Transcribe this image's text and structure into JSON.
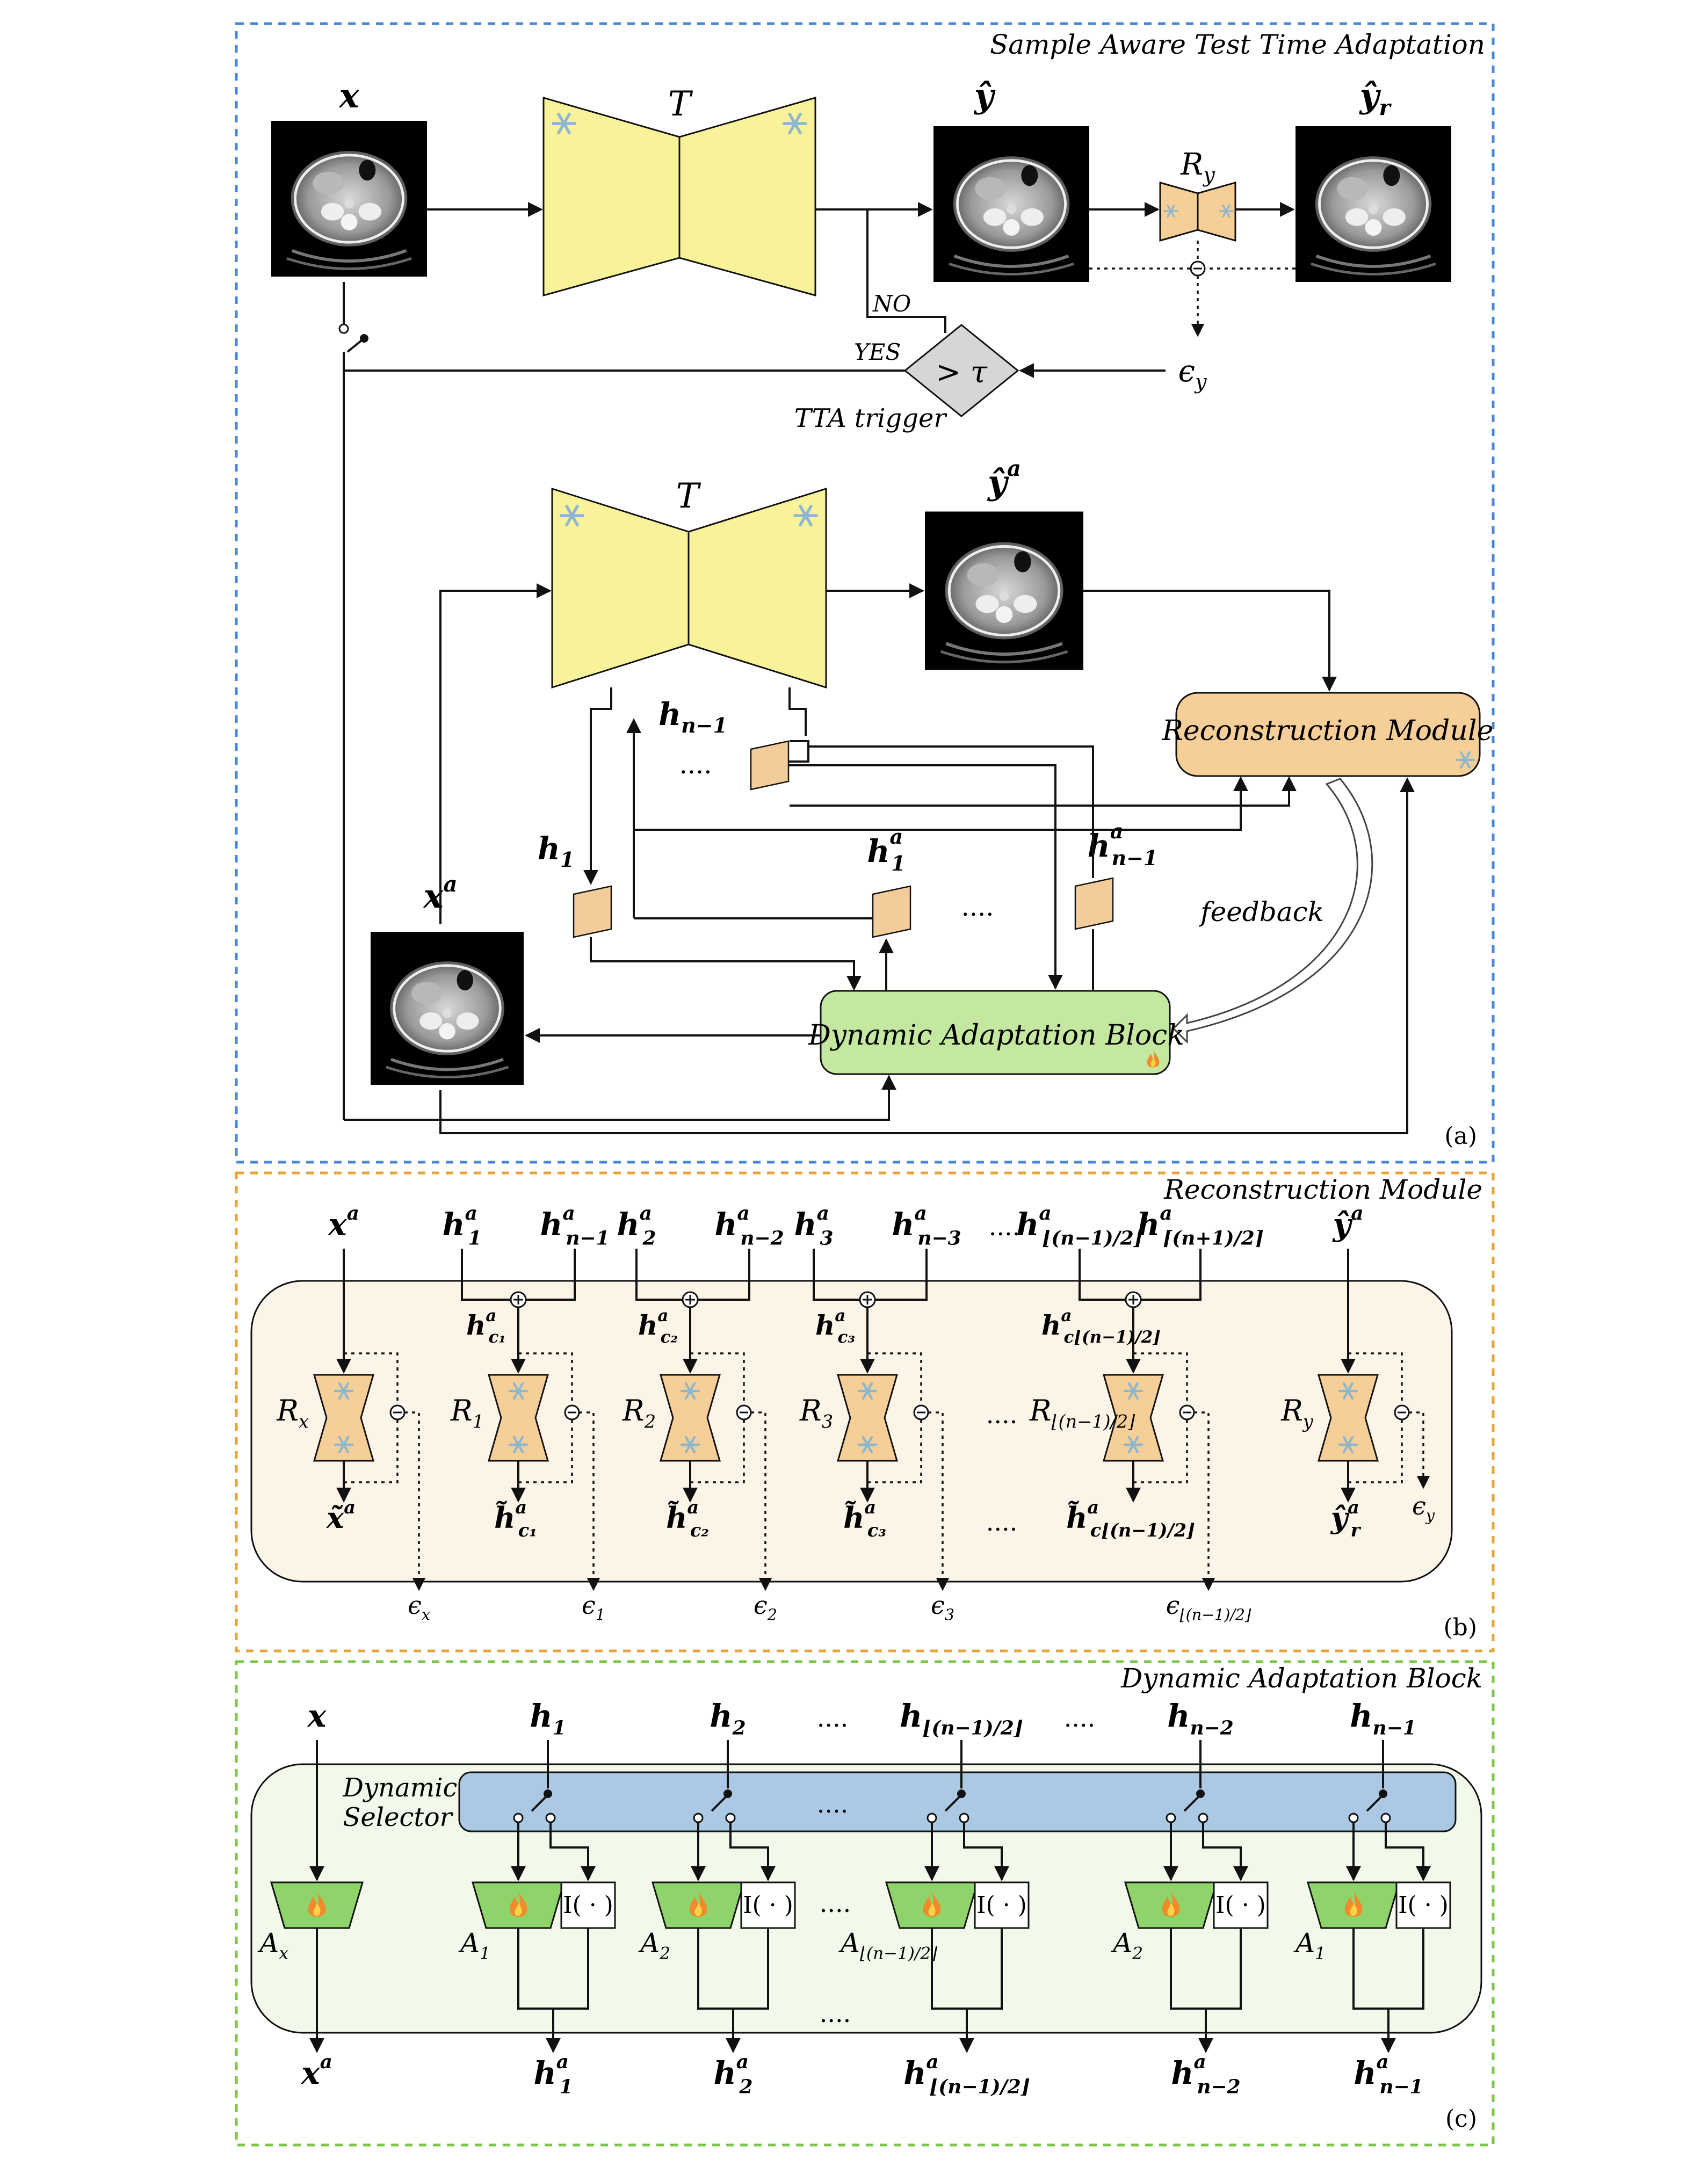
{
  "panels": {
    "a": {
      "title": "Sample Aware Test Time Adaptation",
      "tag": "(a)"
    },
    "b": {
      "title": "Reconstruction Module",
      "tag": "(b)"
    },
    "c": {
      "title": "Dynamic Adaptation Block",
      "tag": "(c)"
    }
  },
  "colors": {
    "panel_a": "#4a86d8",
    "panel_b": "#e8a33a",
    "panel_c": "#7cc44a",
    "teacher": "#f8f39a",
    "recon": "#f6cf98",
    "dab": "#c5e8a0",
    "selector": "#abc9e4",
    "adapter": "#8fd46a"
  },
  "icons": {
    "frozen": "snowflake-icon",
    "trainable": "flame-icon"
  },
  "a": {
    "x": "x",
    "T1": "T",
    "y_hat": "ŷ",
    "Ry": "R",
    "Ry_sub": "y",
    "yr_hat": "ŷ",
    "yr_sub": "r",
    "no": "NO",
    "yes": "YES",
    "gt_tau": "> τ",
    "tta_trigger": "TTA trigger",
    "eps_y": "ϵ",
    "eps_y_sub": "y",
    "T2": "T",
    "ya_hat": "ŷ",
    "ya_sup": "a",
    "hn1": "h",
    "hn1_sub": "n−1",
    "dots1": "....",
    "recon_module": "Reconstruction Module",
    "h1": "h",
    "h1_sub": "1",
    "h1a": "h",
    "h1a_sub": "1",
    "h1a_sup": "a",
    "dots2": "....",
    "hn1a": "h",
    "hn1a_sub": "n−1",
    "hn1a_sup": "a",
    "xa": "x",
    "xa_sup": "a",
    "feedback": "feedback",
    "dab": "Dynamic Adaptation Block"
  },
  "b": {
    "top_labels": [
      {
        "base": "x",
        "sup": "a",
        "sub": ""
      },
      {
        "base": "h",
        "sup": "a",
        "sub": "1"
      },
      {
        "base": "h",
        "sup": "a",
        "sub": "n−1"
      },
      {
        "base": "h",
        "sup": "a",
        "sub": "2"
      },
      {
        "base": "h",
        "sup": "a",
        "sub": "n−2"
      },
      {
        "base": "h",
        "sup": "a",
        "sub": "3"
      },
      {
        "base": "h",
        "sup": "a",
        "sub": "n−3"
      },
      {
        "base": "....",
        "sup": "",
        "sub": ""
      },
      {
        "base": "h",
        "sup": "a",
        "sub": "⌊(n−1)/2⌋"
      },
      {
        "base": "h",
        "sup": "a",
        "sub": "⌈(n+1)/2⌉"
      },
      {
        "base": "ŷ",
        "sup": "a",
        "sub": ""
      }
    ],
    "hc_labels": [
      {
        "base": "h",
        "sup": "a",
        "sub": "c₁"
      },
      {
        "base": "h",
        "sup": "a",
        "sub": "c₂"
      },
      {
        "base": "h",
        "sup": "a",
        "sub": "c₃"
      },
      {
        "base": "h",
        "sup": "a",
        "sub": "c⌊(n−1)/2⌋"
      }
    ],
    "r_labels": [
      {
        "base": "R",
        "sub": "x"
      },
      {
        "base": "R",
        "sub": "1"
      },
      {
        "base": "R",
        "sub": "2"
      },
      {
        "base": "R",
        "sub": "3"
      },
      {
        "base": "R",
        "sub": "⌊(n−1)/2⌋"
      },
      {
        "base": "R",
        "sub": "y"
      }
    ],
    "dots_mid": "....",
    "out_labels": [
      {
        "base": "x̃",
        "sup": "a",
        "sub": ""
      },
      {
        "base": "h̃",
        "sup": "a",
        "sub": "c₁"
      },
      {
        "base": "h̃",
        "sup": "a",
        "sub": "c₂"
      },
      {
        "base": "h̃",
        "sup": "a",
        "sub": "c₃"
      },
      {
        "base": "h̃",
        "sup": "a",
        "sub": "c⌊(n−1)/2⌋"
      },
      {
        "base": "ŷ",
        "sup": "a",
        "sub": "r"
      }
    ],
    "dots_out": "....",
    "eps_labels": [
      {
        "base": "ϵ",
        "sub": "x"
      },
      {
        "base": "ϵ",
        "sub": "1"
      },
      {
        "base": "ϵ",
        "sub": "2"
      },
      {
        "base": "ϵ",
        "sub": "3"
      },
      {
        "base": "ϵ",
        "sub": "⌊(n−1)/2⌋"
      },
      {
        "base": "ϵ",
        "sub": "y"
      }
    ]
  },
  "c": {
    "top_labels": [
      {
        "base": "x",
        "sub": ""
      },
      {
        "base": "h",
        "sub": "1"
      },
      {
        "base": "h",
        "sub": "2"
      },
      {
        "base": "....",
        "sub": ""
      },
      {
        "base": "h",
        "sub": "⌊(n−1)/2⌋"
      },
      {
        "base": "....",
        "sub": ""
      },
      {
        "base": "h",
        "sub": "n−2"
      },
      {
        "base": "h",
        "sub": "n−1"
      }
    ],
    "dynamic": "Dynamic",
    "selector": "Selector",
    "dots_sel": "....",
    "identity": "I( · )",
    "a_labels": [
      {
        "base": "A",
        "sub": "x"
      },
      {
        "base": "A",
        "sub": "1"
      },
      {
        "base": "A",
        "sub": "2"
      },
      {
        "base": "A",
        "sub": "⌊(n−1)/2⌋"
      },
      {
        "base": "A",
        "sub": "2"
      },
      {
        "base": "A",
        "sub": "1"
      }
    ],
    "dots_mod": "....",
    "out_labels": [
      {
        "base": "x",
        "sup": "a",
        "sub": ""
      },
      {
        "base": "h",
        "sup": "a",
        "sub": "1"
      },
      {
        "base": "h",
        "sup": "a",
        "sub": "2"
      },
      {
        "base": "h",
        "sup": "a",
        "sub": "⌊(n−1)/2⌋"
      },
      {
        "base": "h",
        "sup": "a",
        "sub": "n−2"
      },
      {
        "base": "h",
        "sup": "a",
        "sub": "n−1"
      }
    ],
    "dots_out": "...."
  }
}
